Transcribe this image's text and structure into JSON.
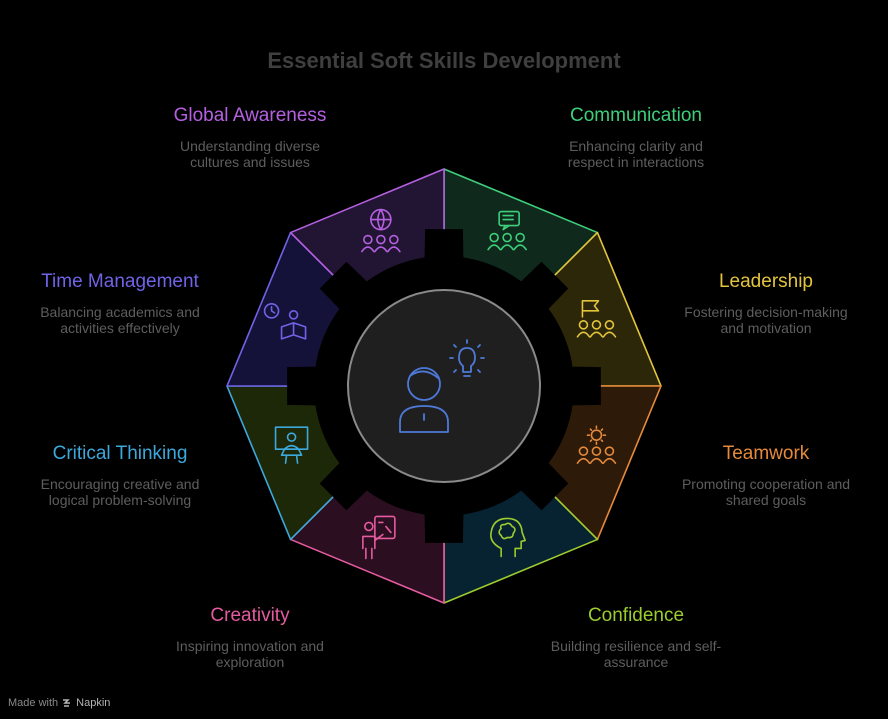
{
  "title": "Essential Soft Skills Development",
  "segments": [
    {
      "name": "Communication",
      "desc_line1": "Enhancing clarity and",
      "desc_line2": "respect in interactions",
      "color": "#3ecf7a",
      "fill": "#0f2a1c",
      "icon": "chat-group-icon"
    },
    {
      "name": "Leadership",
      "desc_line1": "Fostering decision-making",
      "desc_line2": "and motivation",
      "color": "#e3c53d",
      "fill": "#2b2708",
      "icon": "flag-team-icon"
    },
    {
      "name": "Teamwork",
      "desc_line1": "Promoting cooperation and",
      "desc_line2": "shared goals",
      "color": "#e58a3b",
      "fill": "#2d1a08",
      "icon": "gear-team-icon"
    },
    {
      "name": "Confidence",
      "desc_line1": "Building resilience and self-",
      "desc_line2": "assurance",
      "color": "#9ccc2d",
      "fill": "#072332",
      "icon": "head-brain-icon"
    },
    {
      "name": "Creativity",
      "desc_line1": "Inspiring innovation and",
      "desc_line2": "exploration",
      "color": "#e45b9f",
      "fill": "#2c0e21",
      "icon": "painter-icon"
    },
    {
      "name": "Critical Thinking",
      "desc_line1": "Encouraging creative and",
      "desc_line2": "logical problem-solving",
      "color": "#3da8dc",
      "fill": "#1d2808",
      "icon": "presenter-icon"
    },
    {
      "name": "Time Management",
      "desc_line1": "Balancing academics and",
      "desc_line2": "activities effectively",
      "color": "#6f63e6",
      "fill": "#15123a",
      "icon": "clock-reader-icon"
    },
    {
      "name": "Global Awareness",
      "desc_line1": "Understanding diverse",
      "desc_line2": "cultures and issues",
      "color": "#b560e0",
      "fill": "#221533",
      "icon": "globe-people-icon"
    }
  ],
  "center_icon": "student-idea-icon",
  "center_color": "#4d79d8",
  "footer": {
    "made_with": "Made with",
    "brand": "Napkin"
  }
}
